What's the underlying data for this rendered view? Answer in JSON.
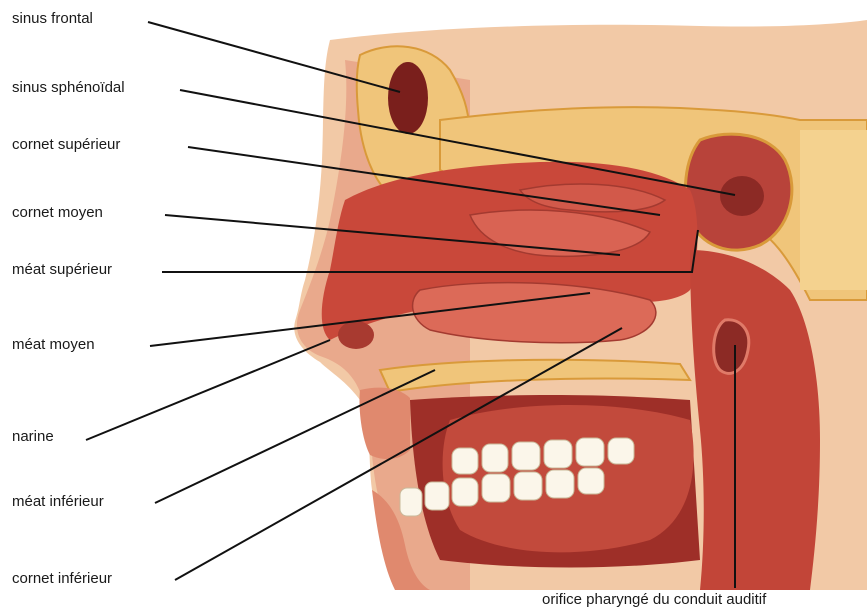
{
  "diagram": {
    "labels": {
      "sinus_frontal": "sinus frontal",
      "sinus_sphenoidal": "sinus sphénoïdal",
      "cornet_superieur": "cornet supérieur",
      "cornet_moyen": "cornet moyen",
      "meat_superieur": "méat supérieur",
      "meat_moyen": "méat moyen",
      "narine": "narine",
      "meat_inferieur": "méat inférieur",
      "cornet_inferieur": "cornet inférieur",
      "orifice_pharynge": "orifice pharyngé du conduit auditif"
    },
    "colors": {
      "skin": "#f2c9a6",
      "tissue": "#c9483a",
      "cavity": "#b23a31",
      "dark_cavity": "#7a1f1c",
      "bone": "#f0c57a",
      "bone_edge": "#d99a3a",
      "teeth": "#fbf6ea",
      "leader": "#111111"
    }
  }
}
